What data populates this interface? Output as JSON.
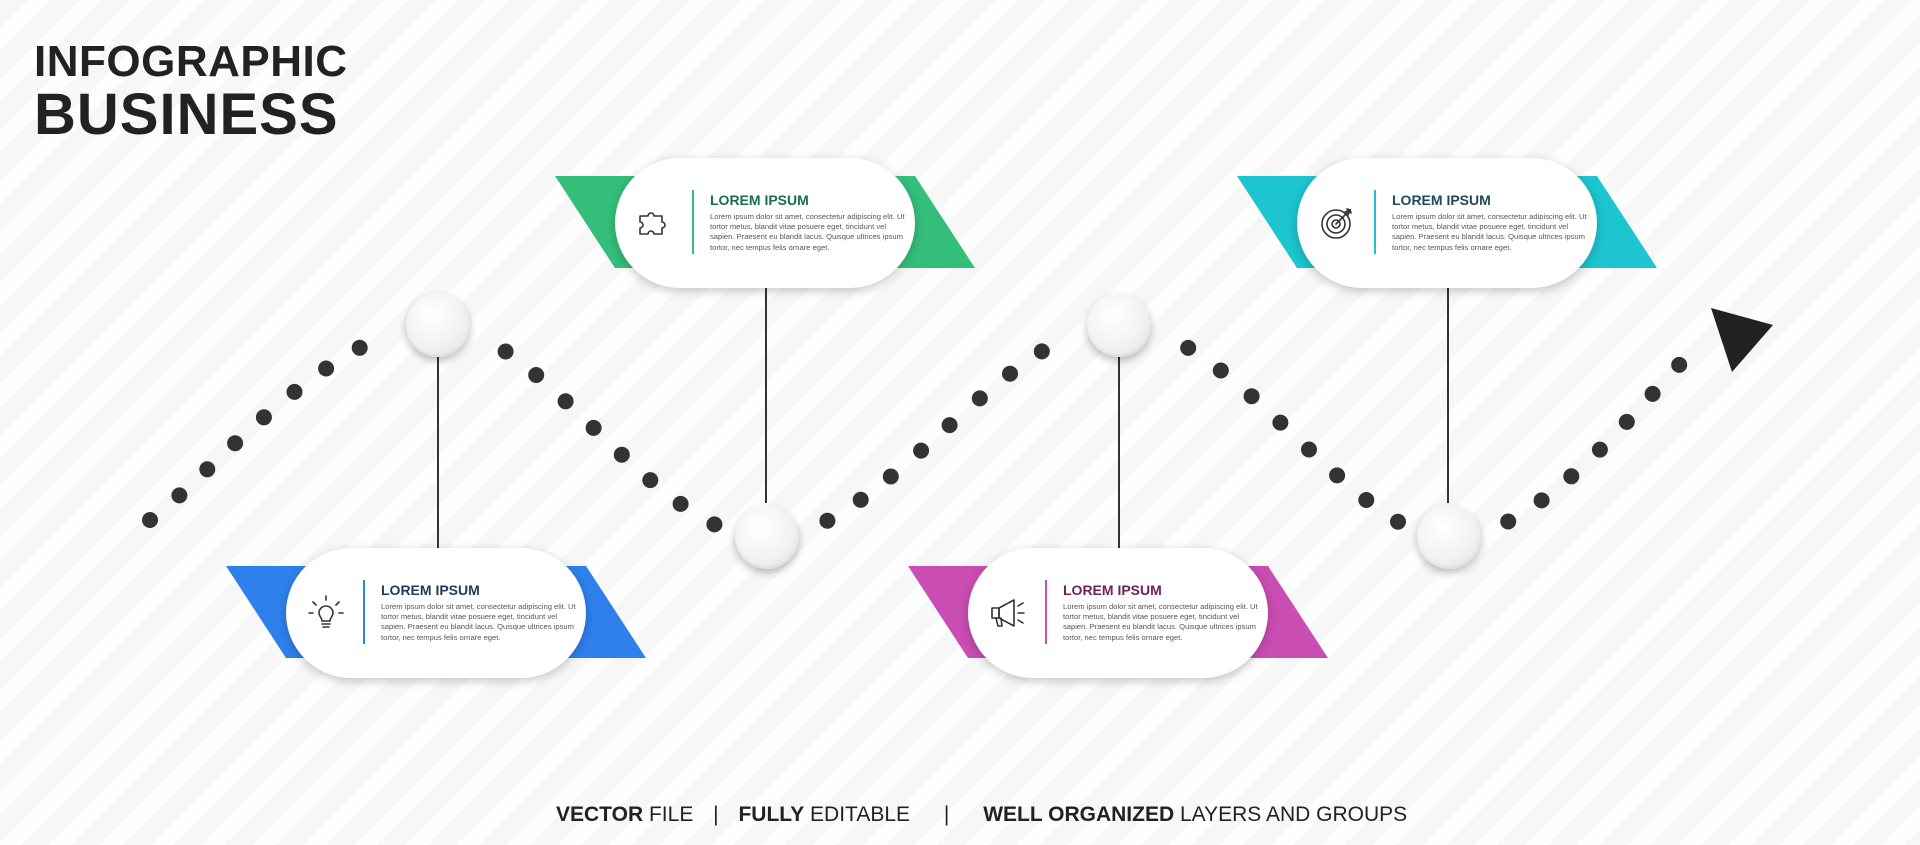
{
  "title": {
    "line1": "INFOGRAPHIC",
    "line2": "BUSINESS"
  },
  "steps": [
    {
      "heading": "LOREM IPSUM",
      "body": "Lorem ipsum dolor sit amet, consectetur adipiscing elit. Ut tortor metus, blandit vitae posuere eget, tincidunt vel sapien. Praesent eu blandit lacus. Quisque ultrices ipsum tortor, nec tempus felis ornare eget.",
      "color": "#2f80ed",
      "heading_color": "#1f3b5a",
      "icon": "lightbulb-icon"
    },
    {
      "heading": "LOREM IPSUM",
      "body": "Lorem ipsum dolor sit amet, consectetur adipiscing elit. Ut tortor metus, blandit vitae posuere eget, tincidunt vel sapien. Praesent eu blandit lacus. Quisque ultrices ipsum tortor, nec tempus felis ornare eget.",
      "color": "#33bf7a",
      "heading_color": "#1d6e48",
      "icon": "puzzle-icon"
    },
    {
      "heading": "LOREM IPSUM",
      "body": "Lorem ipsum dolor sit amet, consectetur adipiscing elit. Ut tortor metus, blandit vitae posuere eget, tincidunt vel sapien. Praesent eu blandit lacus. Quisque ultrices ipsum tortor, nec tempus felis ornare eget.",
      "color": "#c94db3",
      "heading_color": "#6d1f5e",
      "icon": "megaphone-icon"
    },
    {
      "heading": "LOREM IPSUM",
      "body": "Lorem ipsum dolor sit amet, consectetur adipiscing elit. Ut tortor metus, blandit vitae posuere eget, tincidunt vel sapien. Praesent eu blandit lacus. Quisque ultrices ipsum tortor, nec tempus felis ornare eget.",
      "color": "#1cc5cf",
      "heading_color": "#1f4a5a",
      "icon": "target-icon"
    }
  ],
  "footer": {
    "part1_bold": "VECTOR",
    "part1_rest": " FILE",
    "part2_bold": "FULLY",
    "part2_rest": " EDITABLE",
    "part3_bold": "WELL ORGANIZED",
    "part3_rest": " LAYERS AND GROUPS",
    "separator": "|"
  },
  "colors": {
    "path": "#333333",
    "arrow": "#222222"
  }
}
